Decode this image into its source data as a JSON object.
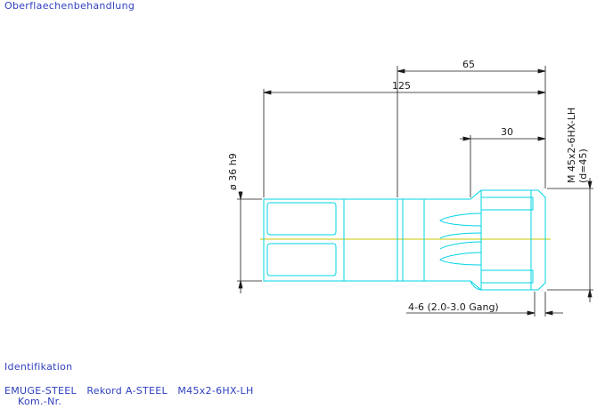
{
  "header": {
    "surface_treatment_label": "Oberflaechenbehandlung"
  },
  "drawing": {
    "dim_65": "65",
    "dim_125": "125",
    "dim_30": "30",
    "dim_diameter": "ø 36 h9",
    "thread_spec": "M 45x2-6HX-LH",
    "thread_d": "(d=45)",
    "chamfer_spec": "4-6 (2.0-3.0 Gang)"
  },
  "footer": {
    "identification_label": "Identifikation",
    "product_line": "EMUGE-STEEL   Rekord A-STEEL   M45x2-6HX-LH",
    "kom_nr_label": "Kom.-Nr."
  },
  "colors": {
    "outline": "#00d4e6",
    "dimension": "#1a1a1a",
    "centerline": "#c8c800",
    "text": "#2f3fbf"
  }
}
